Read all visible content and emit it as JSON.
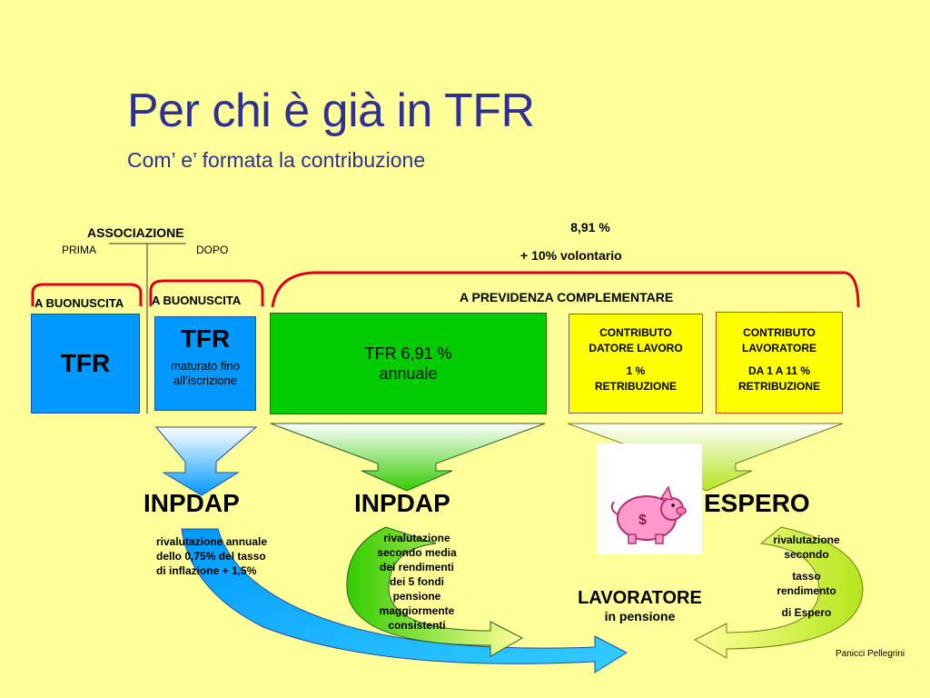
{
  "title": "Per chi è già in TFR",
  "subtitle": "Com’ e’ formata la contribuzione",
  "associazione": {
    "label": "ASSOCIAZIONE",
    "prima": "PRIMA",
    "dopo": "DOPO"
  },
  "buonuscita_left": "A BUONUSCITA",
  "buonuscita_right": "A BUONUSCITA",
  "rate": {
    "line1": "8,91 %",
    "line2": "+ 10% volontario"
  },
  "previdenza_label": "A PREVIDENZA COMPLEMENTARE",
  "boxes": {
    "tfr_prima": "TFR",
    "tfr_dopo": {
      "title": "TFR",
      "line1": "maturato fino",
      "line2": "all’iscrizione"
    },
    "tfr_691": {
      "line1": "TFR 6,91 %",
      "line2": "annuale"
    },
    "datore": {
      "line1": "CONTRIBUTO",
      "line2": "DATORE LAVORO",
      "line3": "1 %",
      "line4": "RETRIBUZIONE"
    },
    "lavoratore": {
      "line1": "CONTRIBUTO",
      "line2": "LAVORATORE",
      "line3": "DA 1 A 11 %",
      "line4": "RETRIBUZIONE"
    }
  },
  "institutions": {
    "inpdap1": "INPDAP",
    "inpdap2": "INPDAP",
    "espero": "ESPERO"
  },
  "descriptions": {
    "inpdap1": [
      "rivalutazione annuale",
      "dello 0,75% del tasso",
      "di inflazione + 1,5%"
    ],
    "inpdap2": [
      "rivalutazione",
      "secondo media",
      "dei rendimenti",
      "dei 5 fondi",
      "pensione",
      "maggiormente",
      "consistenti"
    ],
    "espero": [
      "rivalutazione",
      "secondo",
      "tasso",
      "rendimento",
      "di Espero"
    ]
  },
  "lavoratore": {
    "line1": "LAVORATORE",
    "line2": "in pensione"
  },
  "credit": "Panicci  Pellegrini",
  "icon": "piggy-bank-icon",
  "colors": {
    "title": "#2e3192",
    "background": "#ffff99",
    "blue": "#0099ff",
    "green": "#00cc00",
    "yellow": "#ffff00",
    "brace": "#e0001b"
  }
}
